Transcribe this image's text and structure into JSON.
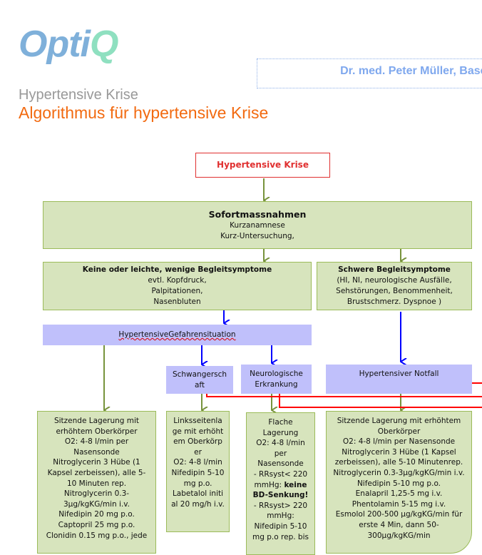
{
  "header": {
    "logo_part1": "Opti",
    "logo_part2": "Q",
    "author": "Dr. med. Peter Müller, Basel",
    "subtitle": "Hypertensive Krise",
    "title": "Algorithmus für hypertensive Krise"
  },
  "flow": {
    "start": "Hypertensive Krise",
    "immediate": {
      "title": "Sofortmassnahmen",
      "lines": [
        "Kurzanamnese",
        "Kurz-Untersuchung,"
      ]
    },
    "mild": {
      "title": "Keine oder leichte, wenige Begleitsymptome",
      "lines": [
        "evtl. Kopfdruck,",
        "Palpitationen,",
        "Nasenbluten"
      ]
    },
    "severe": {
      "title": "Schwere Begleitsymptome",
      "lines": [
        "(HI, NI, neurologische Ausfälle,",
        "Sehstörungen, Benommenheit,",
        "Brustschmerz. Dyspnoe )"
      ]
    },
    "danger": "HypertensiveGefahrensituation",
    "pregnancy": "Schwangerschaft",
    "neuro": "Neurologische Erkrankung",
    "emergency": "Hypertensiver Notfall",
    "treat_general": [
      "Sitzende Lagerung mit erhöhtem Oberkörper",
      "O2: 4-8 l/min per Nasensonde",
      "Nitroglycerin 3 Hübe (1 Kapsel zerbeissen), alle 5-10 Minuten rep.",
      "Nitroglycerin 0.3-3µg/kgKG/min i.v.",
      "Nifedipin 20 mg p.o.",
      "Captopril 25 mg p.o.",
      "Clonidin 0.15 mg p.o., jede"
    ],
    "treat_pregnancy": [
      "Linksseitenlage mit erhöhtem Oberkörper",
      "O2: 4-8 l/min",
      "Nifedipin 5-10 mg p.o.",
      "Labetalol initial 20 mg/h i.v."
    ],
    "treat_neuro": {
      "l1": "Flache Lagerung",
      "l2": "O2: 4-8 l/min per Nasensonde",
      "l3": "- RRsyst< 220 mmHg: ",
      "l3b": "keine BD-Senkung!",
      "l4": "- RRsyst> 220 mmHg:",
      "l5": "Nifedipin 5-10 mg p.o rep. bis"
    },
    "treat_emergency": [
      "Sitzende Lagerung mit erhöhtem Oberkörper",
      "O2: 4-8 l/min per Nasensonde",
      "Nitroglycerin 3 Hübe (1 Kapsel zerbeissen), alle 5-10 Minutenrep.",
      "Nitroglycerin 0.3-3µg/kgKG/min i.v.",
      "Nifedipin 5-10 mg p.o.",
      "Enalapril 1,25-5 mg i.v.",
      "Phentolamin 5-15 mg i.v.",
      "Esmolol 200-500 µg/kgKG/min für erste 4 Min, dann 50-300µg/kgKG/min"
    ]
  },
  "colors": {
    "green_fill": "#d7e4bd",
    "green_border": "#9bbb59",
    "violet_fill": "#c0c0fb",
    "blue_arrow": "#0000ff",
    "red_line": "#ff0000",
    "title_orange": "#f26a10"
  }
}
